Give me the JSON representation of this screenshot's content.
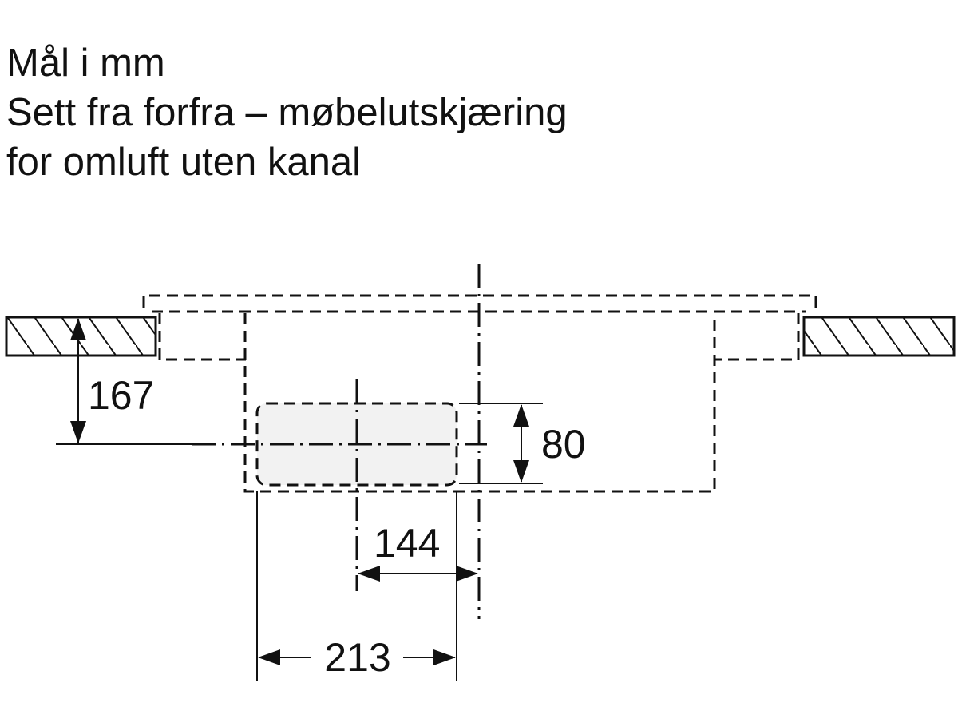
{
  "title": {
    "line1": "Mål i mm",
    "line2": "Sett fra forfra – møbelutskjæring",
    "line3": "for omluft uten kanal"
  },
  "dimensions": {
    "height_from_worktop": "167",
    "opening_height": "80",
    "center_offset": "144",
    "opening_width": "213"
  },
  "colors": {
    "line": "#111111",
    "opening_fill": "#f2f2f2"
  }
}
